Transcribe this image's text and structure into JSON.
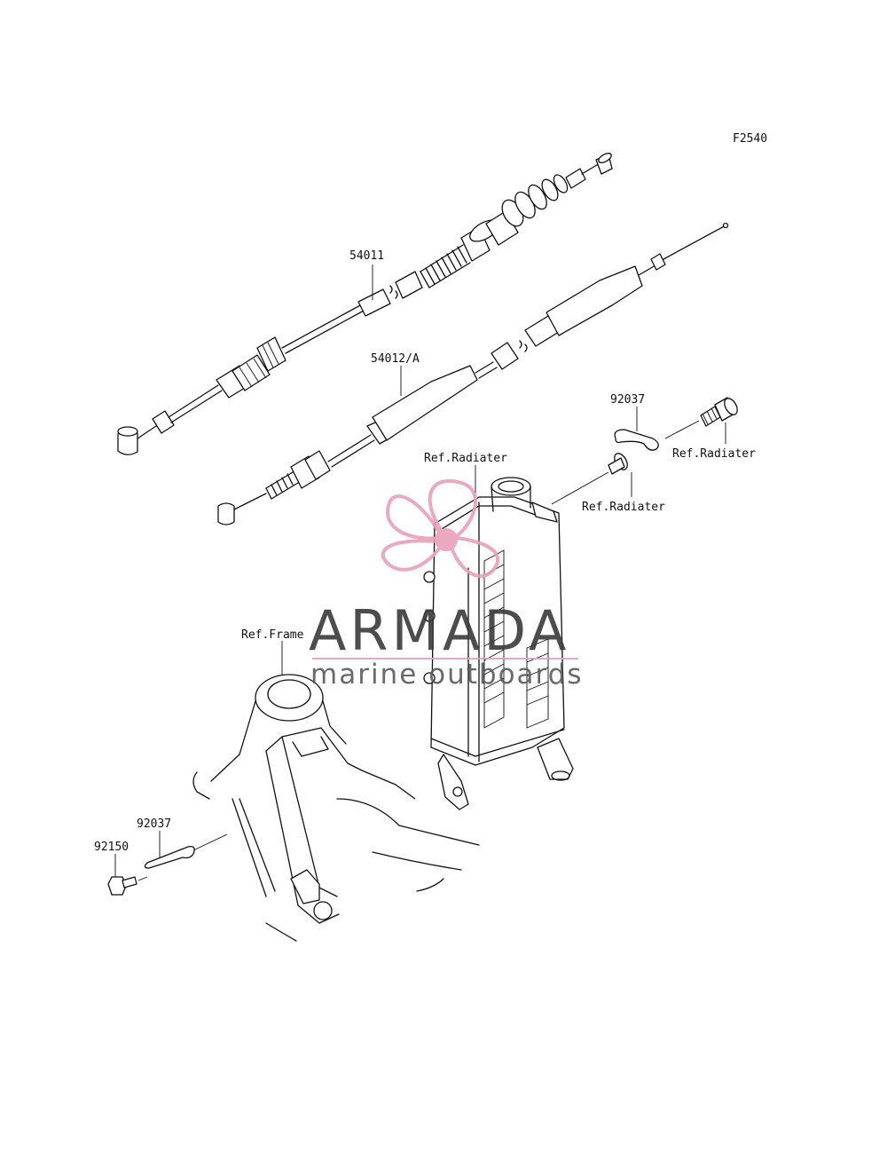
{
  "figure_id": "F2540",
  "labels": {
    "clutch_cable": "54011",
    "throttle_cable": "54012/A",
    "clip_upper": "92037",
    "clip_lower": "92037",
    "bolt_lower": "92150",
    "ref_radiator_top": "Ref.Radiater",
    "ref_radiator_bolt": "Ref.Radiater",
    "ref_radiator_collar": "Ref.Radiater",
    "ref_frame": "Ref.Frame"
  },
  "watermark": {
    "title": "ARMADA",
    "subtitle": "marine outboards",
    "accent_color": "#e8a0b8",
    "text_color": "#3a3a3a"
  }
}
